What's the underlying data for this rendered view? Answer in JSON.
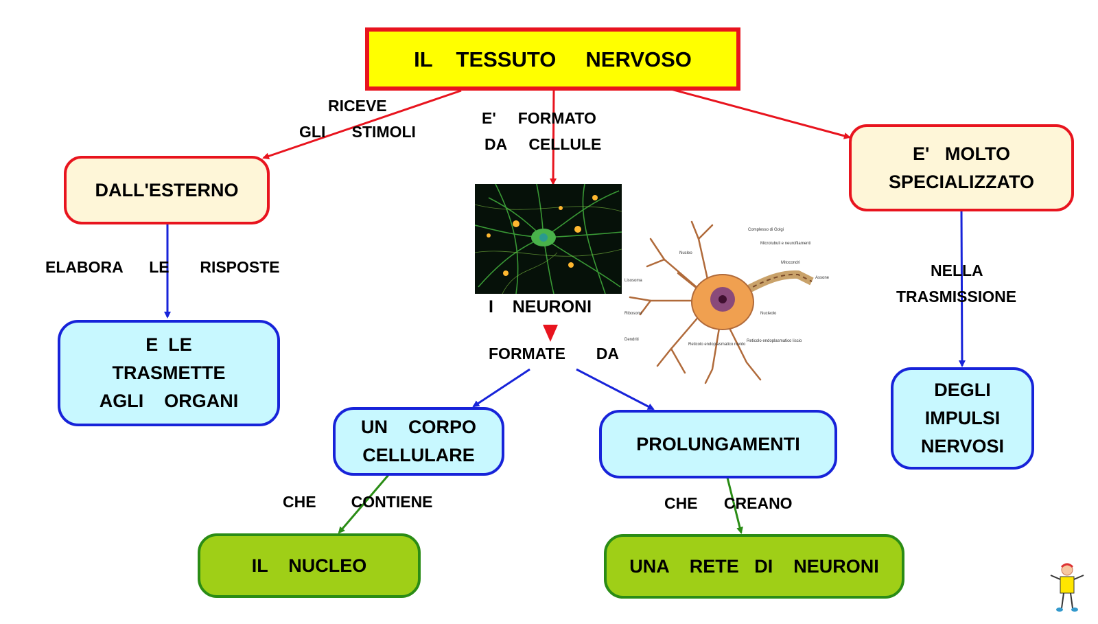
{
  "title": [
    "IL    TESSUTO     NERVOSO"
  ],
  "nodes": {
    "esterno": [
      "DALL'ESTERNO"
    ],
    "trasmette": [
      "E  LE",
      "TRASMETTE",
      "AGLI    ORGANI"
    ],
    "specializzato": [
      "E'   MOLTO",
      "SPECIALIZZATO"
    ],
    "impulsi": [
      "DEGLI",
      "IMPULSI",
      "NERVOSI"
    ],
    "corpo": [
      "UN    CORPO",
      "CELLULARE"
    ],
    "prolungamenti": [
      "PROLUNGAMENTI"
    ],
    "nucleo": [
      "IL    NUCLEO"
    ],
    "rete": [
      "UNA    RETE   DI    NEURONI"
    ]
  },
  "labels": {
    "riceve": [
      "RICEVE"
    ],
    "gli_stimoli": [
      "GLI      STIMOLI"
    ],
    "formato": [
      "E'     FORMATO",
      "DA     CELLULE"
    ],
    "elabora": [
      "ELABORA      LE       RISPOSTE"
    ],
    "nella": [
      "NELLA",
      "TRASMISSIONE"
    ],
    "neuroni": [
      "I    NEURONI"
    ],
    "formate": [
      "FORMATE       DA"
    ],
    "contiene": [
      "CHE        CONTIENE"
    ],
    "creano": [
      "CHE      CREANO"
    ]
  },
  "diagram_labels": {
    "golgi": "Complesso di Golgi",
    "micro": "Microtubuli e neurofilamenti",
    "mito": "Mitocondri",
    "assone": "Assone",
    "nucleo": "Nucleo",
    "lisosoma": "Lisosoma",
    "nucleolo": "Nucleolo",
    "ribosomi": "Ribosomi",
    "dendriti": "Dendriti",
    "ruvido": "Reticolo endoplasmatico ruvido",
    "liscio": "Reticolo endoplasmatico liscio"
  },
  "colors": {
    "red": "#e8141e",
    "blue": "#1723d9",
    "green": "#2a8c15",
    "yellow": "#ffff00"
  },
  "icons": [
    "neuron-photo",
    "neuron-diagram",
    "mascot-icon"
  ]
}
